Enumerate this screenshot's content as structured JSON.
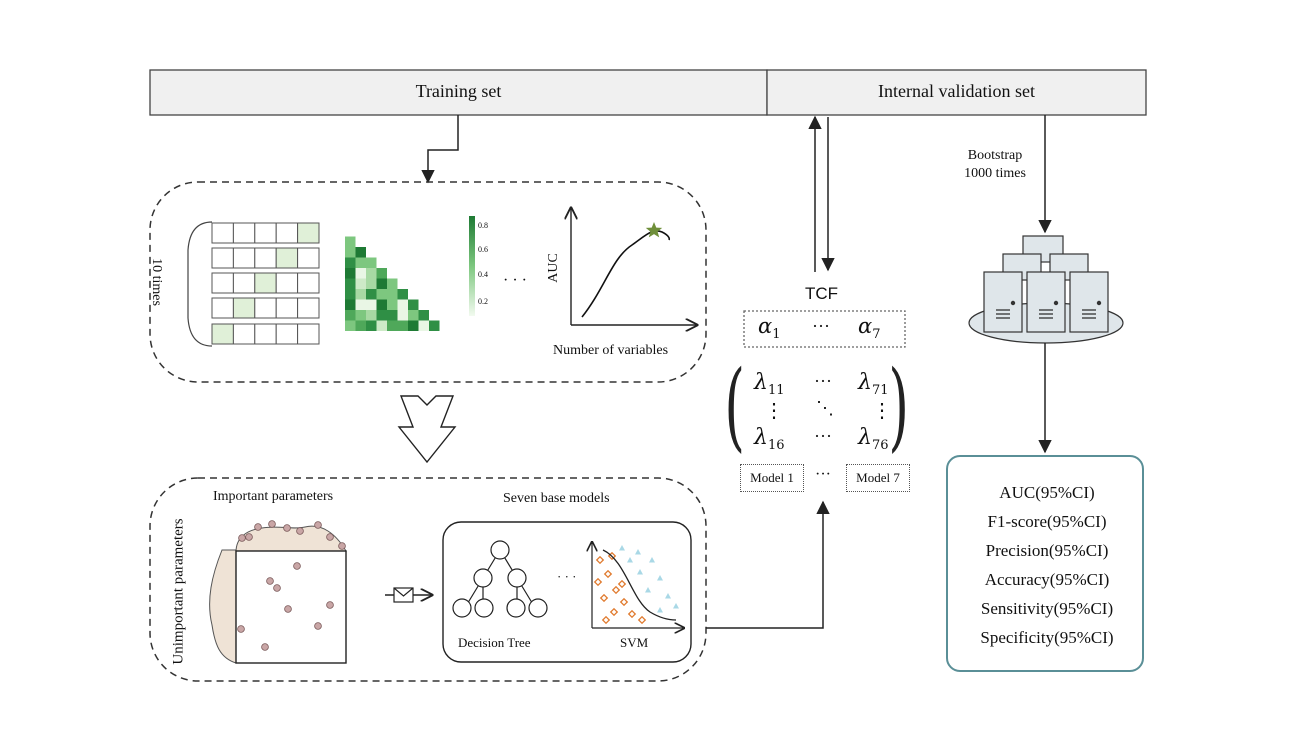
{
  "header": {
    "training_set": "Training set",
    "internal_validation_set": "Internal validation set"
  },
  "feature_selection": {
    "repeat_label": "10 times",
    "heatmap_scale_ticks": [
      "0.8",
      "0.6",
      "0.4",
      "0.2"
    ],
    "ellipsis": "· · ·",
    "auc_axis_label": "AUC",
    "x_axis_label": "Number of variables"
  },
  "modeling": {
    "unimportant_label": "Unimportant parameters",
    "important_label": "Important parameters",
    "base_models_label": "Seven base models",
    "decision_tree_label": "Decision Tree",
    "svm_label": "SVM",
    "ellipsis": "· · ·"
  },
  "tcf": {
    "title": "TCF",
    "alpha_first": "α",
    "alpha_first_sub": "1",
    "alpha_last": "α",
    "alpha_last_sub": "7",
    "ellipsis": "···",
    "lambda_11": "λ",
    "lambda_11_sub": "11",
    "lambda_71": "λ",
    "lambda_71_sub": "71",
    "lambda_16": "λ",
    "lambda_16_sub": "16",
    "lambda_76": "λ",
    "lambda_76_sub": "76",
    "vdots": "⋮",
    "ddots": "⋱",
    "model_first": "Model 1",
    "model_last": "Model 7"
  },
  "bootstrap": {
    "label_line1": "Bootstrap",
    "label_line2": "1000 times"
  },
  "metrics": [
    "AUC(95%CI)",
    "F1-score(95%CI)",
    "Precision(95%CI)",
    "Accuracy(95%CI)",
    "Sensitivity(95%CI)",
    "Specificity(95%CI)"
  ],
  "colors": {
    "header_fill": "#f0f0f0",
    "heatmap_dark": "#1e7a34",
    "heatmap_light": "#e3f3de",
    "metrics_border": "#5a8f97",
    "star": "#6f8f3a",
    "svm_points_a": "#e07a2e",
    "svm_points_b": "#a9d8e6",
    "scatter_points": "#c9a6a6",
    "region_fill": "#efe3d6"
  }
}
